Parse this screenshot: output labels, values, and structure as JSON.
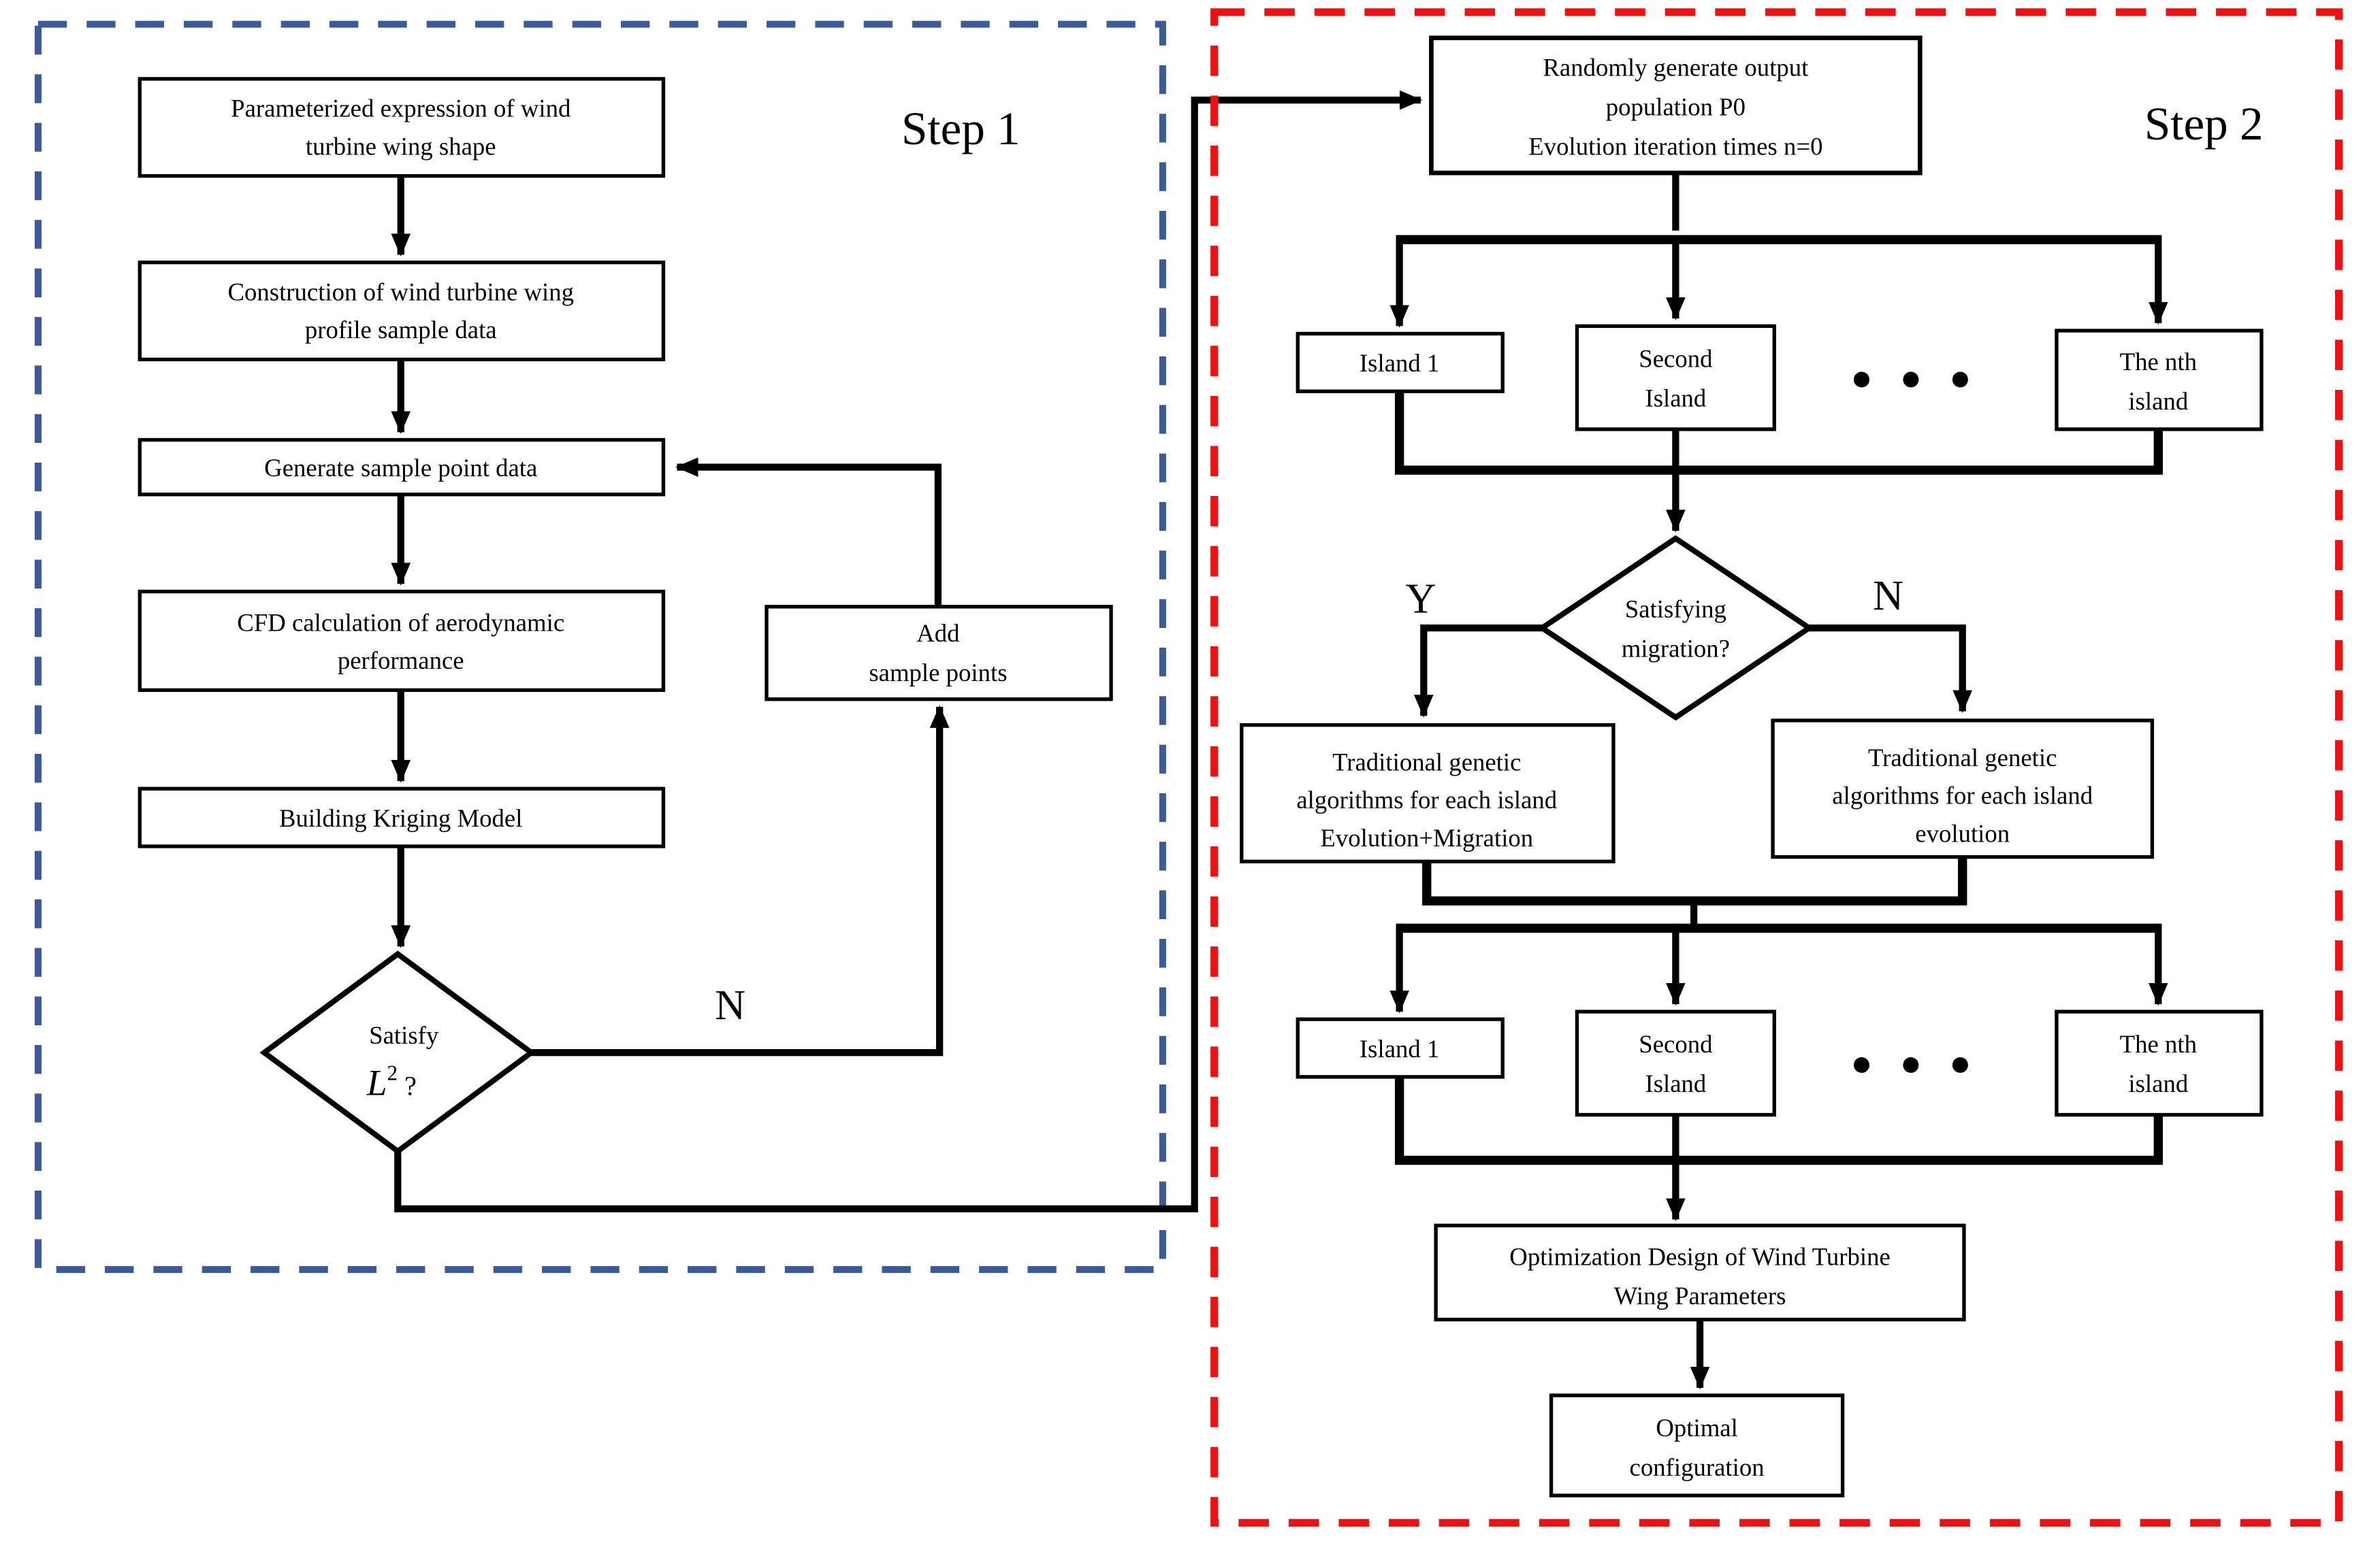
{
  "colors": {
    "step1_border": "#3a5a9b",
    "step2_border": "#ee1111",
    "line_color": "#000000"
  },
  "step1": {
    "label": "Step 1",
    "boxes": {
      "parameterized": [
        "Parameterized expression of wind",
        "turbine wing shape"
      ],
      "construction": [
        "Construction of wind turbine wing",
        "profile sample data"
      ],
      "generate": "Generate sample point data",
      "cfd": [
        "CFD calculation of aerodynamic",
        "performance"
      ],
      "kriging": "Building Kriging Model",
      "add": [
        "Add",
        "sample points"
      ]
    },
    "decision": {
      "line1": "Satisfy",
      "symbol": "L",
      "sup": "2",
      "question": " ?"
    },
    "branch_no": "N"
  },
  "step2": {
    "label": "Step 2",
    "top_box": [
      "Randomly generate output",
      "population P0",
      "Evolution iteration times n=0"
    ],
    "islands": {
      "first": "Island 1",
      "second": [
        "Second",
        "Island"
      ],
      "dots": "● ● ●",
      "nth": [
        "The nth",
        "island"
      ]
    },
    "decision": [
      "Satisfying",
      "migration?"
    ],
    "branch_yes": "Y",
    "branch_no": "N",
    "ga_migration": [
      "Traditional genetic",
      "algorithms for each island",
      "Evolution+Migration"
    ],
    "ga_evolution": [
      "Traditional genetic",
      "algorithms for each island",
      "evolution"
    ],
    "optimization": [
      "Optimization Design of Wind Turbine",
      "Wing Parameters"
    ],
    "optimal": [
      "Optimal",
      "configuration"
    ]
  }
}
